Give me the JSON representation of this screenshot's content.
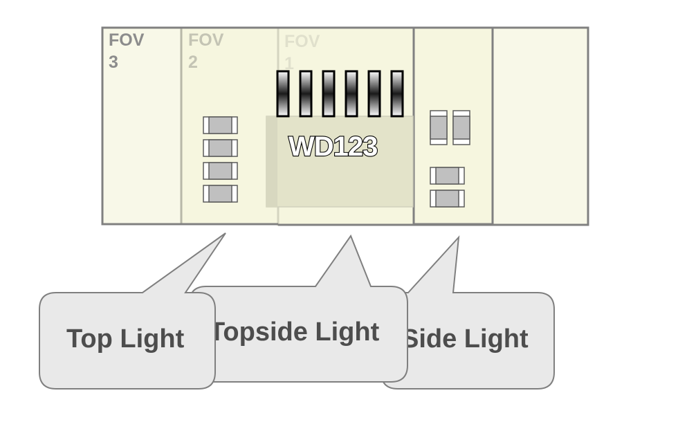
{
  "diagram": {
    "fovs": [
      {
        "id": "fov-3",
        "line1": "FOV",
        "line2": "3",
        "text_color": "#8c8c8c"
      },
      {
        "id": "fov-2",
        "line1": "FOV",
        "line2": "2",
        "text_color": "#c4c4b4"
      },
      {
        "id": "fov-1",
        "line1": "FOV",
        "line2": "1",
        "text_color": "#e0e0cc"
      }
    ],
    "chip": {
      "label": "WD123",
      "pin_count": 6
    },
    "resistors_left_count": 4,
    "resistors_right_vertical_count": 2,
    "resistors_right_horizontal_count": 2,
    "callouts": [
      {
        "id": "top-light",
        "label": "Top Light"
      },
      {
        "id": "topside-light",
        "label": "Topside Light"
      },
      {
        "id": "side-light",
        "label": "Side Light"
      }
    ],
    "colors": {
      "board_fill": "#f8f8e8",
      "fov_fill": "#f6f6df",
      "border": "#808080",
      "chip_fill": "#e3e3c9",
      "callout_fill": "#e9e9e9",
      "callout_stroke": "#7f7f7f",
      "component_fill": "#c0c0c0"
    }
  }
}
